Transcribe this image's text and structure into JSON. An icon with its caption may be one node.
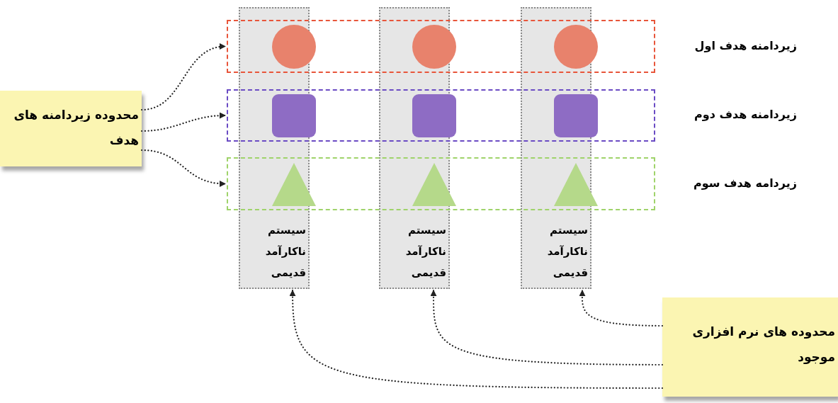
{
  "diagram": {
    "nodes": [
      {
        "text": [
          "زیردامنه هدف اول"
        ]
      },
      {
        "text": [
          "زیردامنه هدف دوم"
        ]
      },
      {
        "text": [
          "زیردامه هدف سوم"
        ]
      },
      {
        "text": [
          "سیستم ناکارآمد قدیمی"
        ]
      },
      {
        "text": [
          "سیستم ناکارآمد قدیمی"
        ]
      },
      {
        "text": [
          "سیستم ناکارآمد قدیمی"
        ]
      },
      {
        "text": [
          "محدوده زیردامنه های هدف"
        ]
      },
      {
        "text": [
          "محدوده های نرم افزاری موجود"
        ]
      }
    ],
    "edges": [
      {
        "from": 6,
        "to": 0,
        "arrow": "to"
      },
      {
        "from": 6,
        "to": 1,
        "arrow": "to"
      },
      {
        "from": 6,
        "to": 2,
        "arrow": "to"
      },
      {
        "from": 7,
        "to": 5,
        "arrow": "to"
      },
      {
        "from": 7,
        "to": 4,
        "arrow": "to"
      },
      {
        "from": 7,
        "to": 3,
        "arrow": "to"
      }
    ]
  }
}
